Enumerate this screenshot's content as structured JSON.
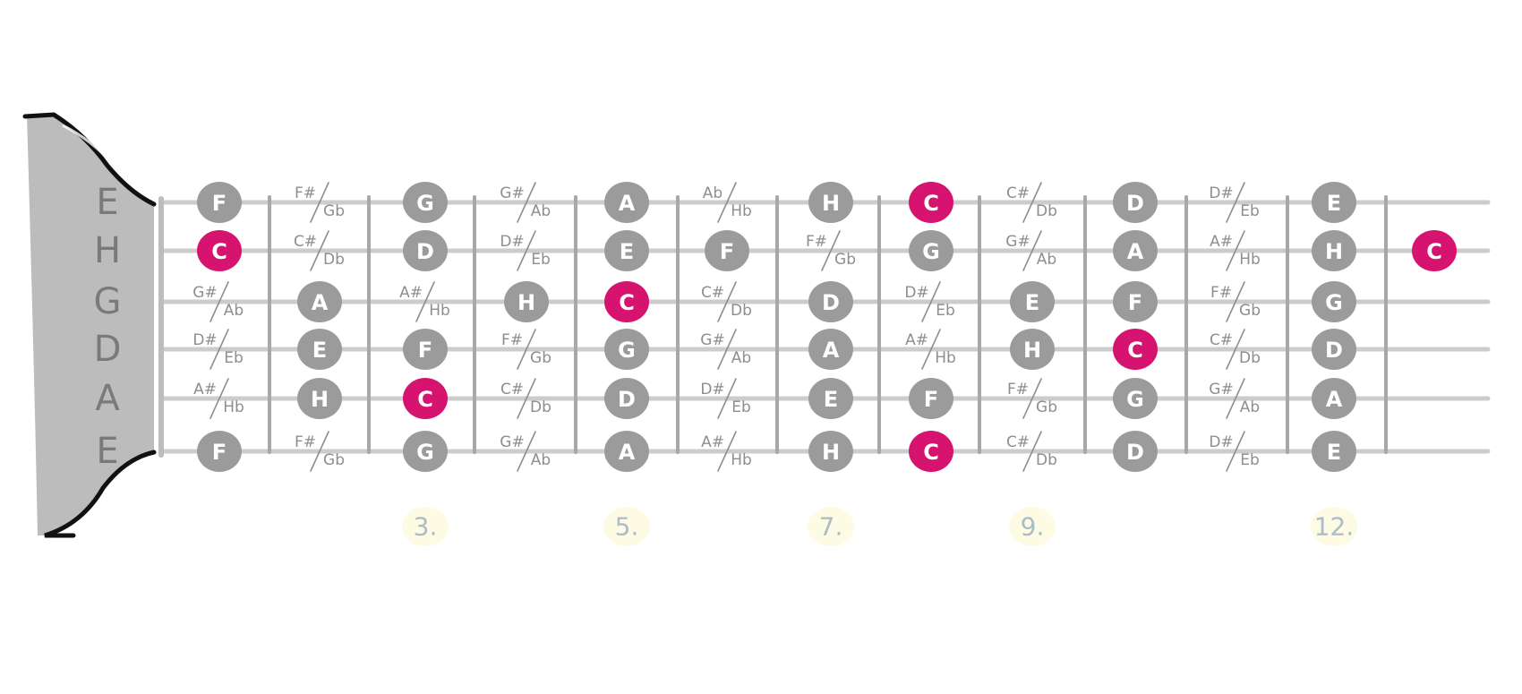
{
  "colors": {
    "natural": "#9b9b9b",
    "highlight": "#d6136f",
    "string": "#cccccc",
    "fret": "#a8a8a8",
    "nut": "#bdbdbd",
    "marker": "#fdfbe3"
  },
  "string_labels": [
    "E",
    "H",
    "G",
    "D",
    "A",
    "E"
  ],
  "fret_markers": [
    "3.",
    "5.",
    "7.",
    "9.",
    "12."
  ],
  "strings": [
    [
      "F",
      "F#/Gb",
      "G",
      "G#/Ab",
      "A",
      "Ab/Hb",
      "H",
      "C",
      "C#/Db",
      "D",
      "D#/Eb",
      "E"
    ],
    [
      "C",
      "C#/Db",
      "D",
      "D#/Eb",
      "E",
      "F",
      "F#/Gb",
      "G",
      "G#/Ab",
      "A",
      "A#/Hb",
      "H",
      "C"
    ],
    [
      "G#/Ab",
      "A",
      "A#/Hb",
      "H",
      "C",
      "C#/Db",
      "D",
      "D#/Eb",
      "E",
      "F",
      "F#/Gb",
      "G"
    ],
    [
      "D#/Eb",
      "E",
      "F",
      "F#/Gb",
      "G",
      "G#/Ab",
      "A",
      "A#/Hb",
      "H",
      "C",
      "C#/Db",
      "D"
    ],
    [
      "A#/Hb",
      "H",
      "C",
      "C#/Db",
      "D",
      "D#/Eb",
      "E",
      "F",
      "F#/Gb",
      "G",
      "G#/Ab",
      "A"
    ],
    [
      "F",
      "F#/Gb",
      "G",
      "G#/Ab",
      "A",
      "A#/Hb",
      "H",
      "C",
      "C#/Db",
      "D",
      "D#/Eb",
      "E"
    ]
  ],
  "highlight_note": "C"
}
